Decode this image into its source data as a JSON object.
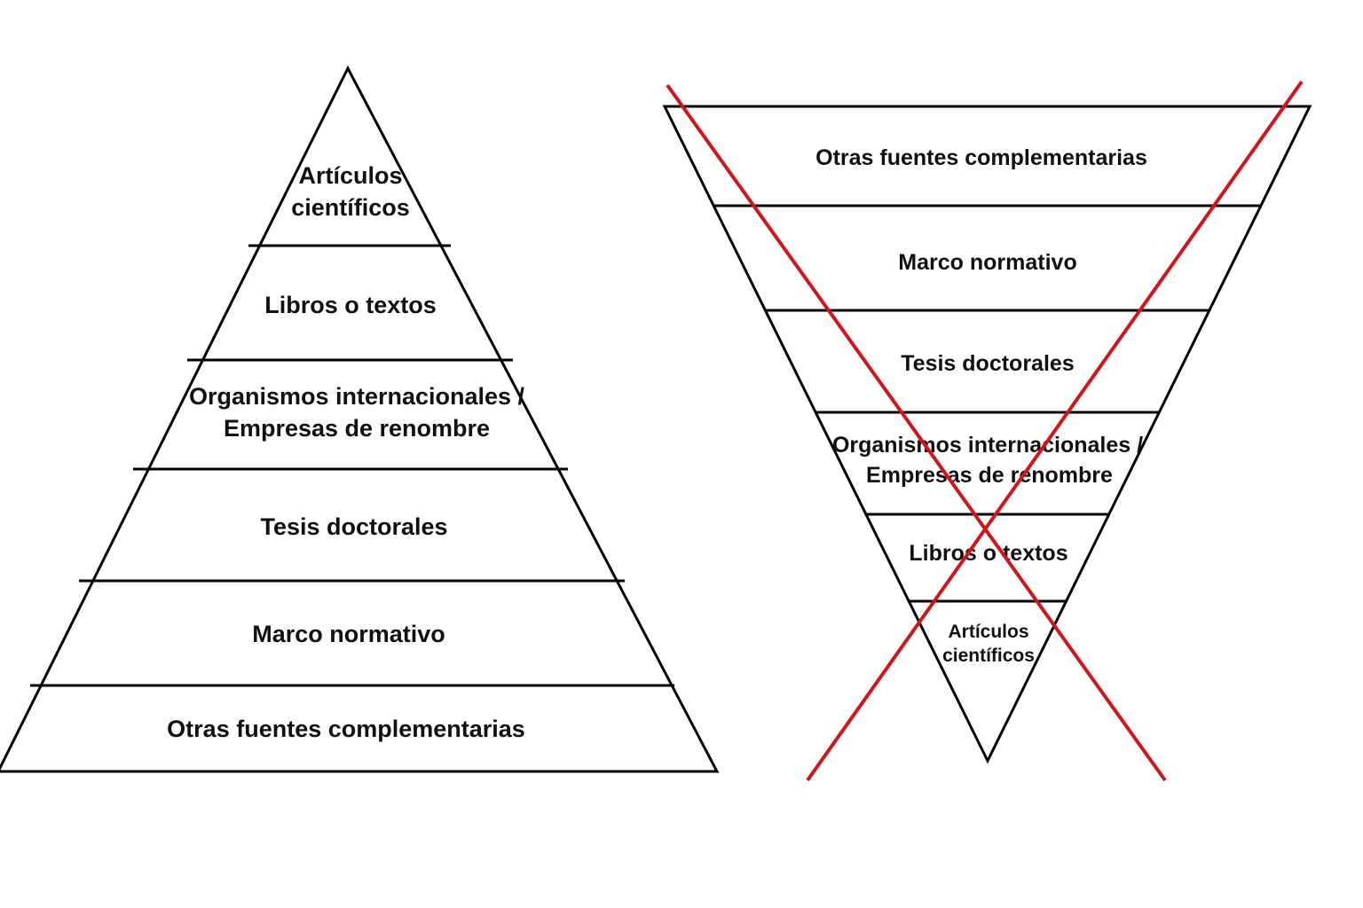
{
  "upright_pyramid": {
    "levels": [
      {
        "line1": "Artículos",
        "line2": "científicos"
      },
      {
        "line1": "Libros o textos",
        "line2": ""
      },
      {
        "line1": "Organismos internacionales /",
        "line2": "Empresas de renombre"
      },
      {
        "line1": "Tesis doctorales",
        "line2": ""
      },
      {
        "line1": "Marco normativo",
        "line2": ""
      },
      {
        "line1": "Otras fuentes complementarias",
        "line2": ""
      }
    ]
  },
  "inverted_pyramid": {
    "crossed_out": true,
    "cross_color": "#d0161b",
    "levels": [
      {
        "line1": "Otras fuentes complementarias",
        "line2": ""
      },
      {
        "line1": "Marco normativo",
        "line2": ""
      },
      {
        "line1": "Tesis doctorales",
        "line2": ""
      },
      {
        "line1": "Organismos internacionales /",
        "line2": "Empresas de renombre"
      },
      {
        "line1": "Libros o textos",
        "line2": ""
      },
      {
        "line1": "Artículos",
        "line2": "científicos"
      }
    ]
  }
}
